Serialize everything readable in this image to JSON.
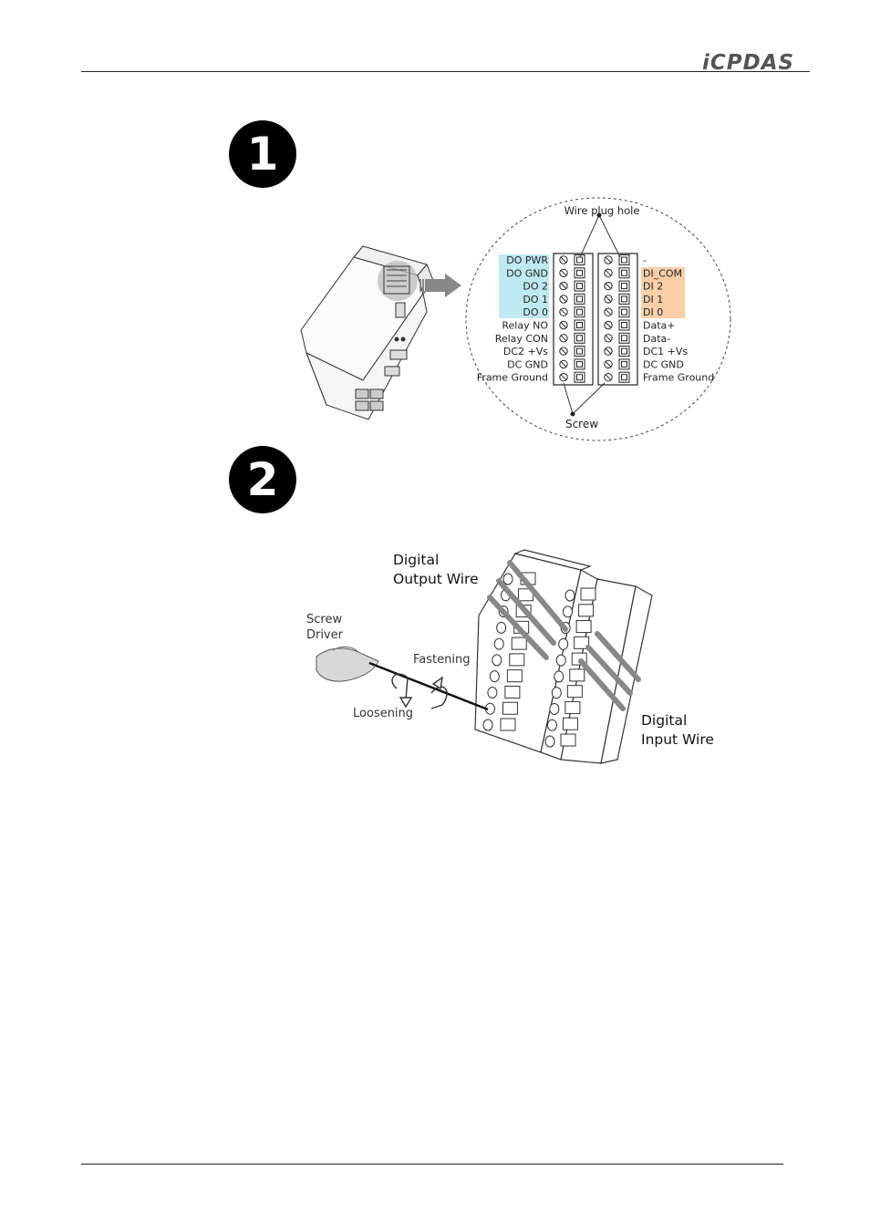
{
  "header": {
    "logo_text": "iCPDAS"
  },
  "steps": [
    {
      "number": "1"
    },
    {
      "number": "2"
    }
  ],
  "figure1": {
    "wire_plug_hole": "Wire plug hole",
    "screw": "Screw",
    "left_labels": [
      "DO PWR",
      "DO GND",
      "DO 2",
      "DO 1",
      "DO 0",
      "Relay NO",
      "Relay CON",
      "DC2 +Vs",
      "DC GND",
      "Frame Ground"
    ],
    "right_labels": [
      "-",
      "DI_COM",
      "DI 2",
      "DI 1",
      "DI 0",
      "Data+",
      "Data-",
      "DC1 +Vs",
      "DC GND",
      "Frame Ground"
    ],
    "colors": {
      "do_highlight": "#bfe9f2",
      "di_highlight": "#f8cfa8"
    }
  },
  "figure2": {
    "digital_output_wire": [
      "Digital",
      "Output Wire"
    ],
    "screw_driver": [
      "Screw",
      "Driver"
    ],
    "fastening": "Fastening",
    "loosening": "Loosening",
    "digital_input_wire": [
      "Digital",
      "Input Wire"
    ]
  }
}
